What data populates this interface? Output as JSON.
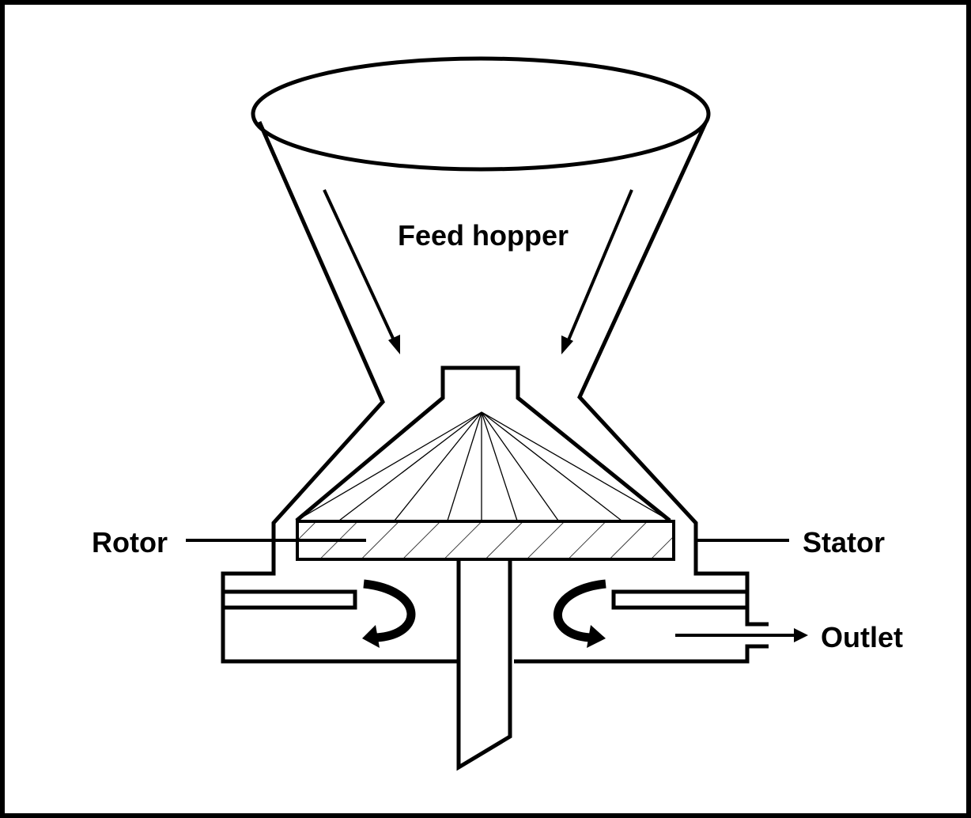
{
  "labels": {
    "feed_hopper": "Feed hopper",
    "rotor": "Rotor",
    "stator": "Stator",
    "outlet": "Outlet"
  },
  "colors": {
    "ink": "#000000",
    "background": "#ffffff"
  }
}
